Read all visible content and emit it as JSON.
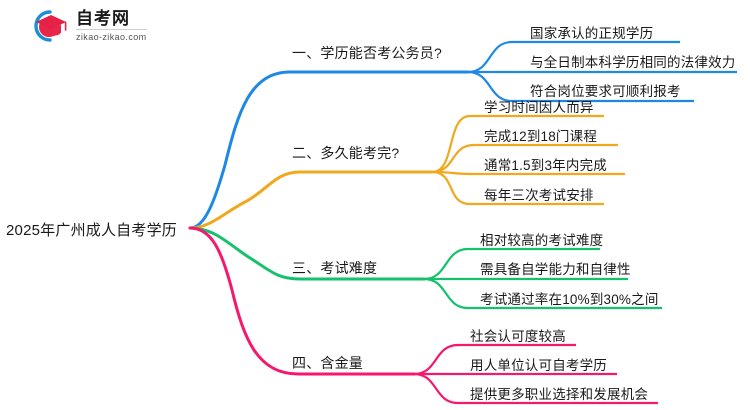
{
  "logo": {
    "name": "自考网",
    "url": "zikao-zikao.com",
    "icon": "graduation-cap-icon",
    "cap_color": "#E8254A",
    "arc_color": "#1B8FD6"
  },
  "root": {
    "label": "2025年广州成人自考学历"
  },
  "colors": {
    "blue": "#1E88E5",
    "orange": "#F0A81E",
    "green": "#15C26B",
    "pink": "#F5186E"
  },
  "branches": [
    {
      "id": "branch-1",
      "color": "#1E88E5",
      "topic": "一、学历能否考公务员?",
      "leaves": [
        "国家承认的正规学历",
        "与全日制本科学历相同的法律效力",
        "符合岗位要求可顺利报考"
      ]
    },
    {
      "id": "branch-2",
      "color": "#F0A81E",
      "topic": "二、多久能考完?",
      "leaves": [
        "学习时间因人而异",
        "完成12到18门课程",
        "通常1.5到3年内完成",
        "每年三次考试安排"
      ]
    },
    {
      "id": "branch-3",
      "color": "#15C26B",
      "topic": "三、考试难度",
      "leaves": [
        "相对较高的考试难度",
        "需具备自学能力和自律性",
        "考试通过率在10%到30%之间"
      ]
    },
    {
      "id": "branch-4",
      "color": "#F5186E",
      "topic": "四、含金量",
      "leaves": [
        "社会认可度较高",
        "用人单位认可自考学历",
        "提供更多职业选择和发展机会"
      ]
    }
  ]
}
